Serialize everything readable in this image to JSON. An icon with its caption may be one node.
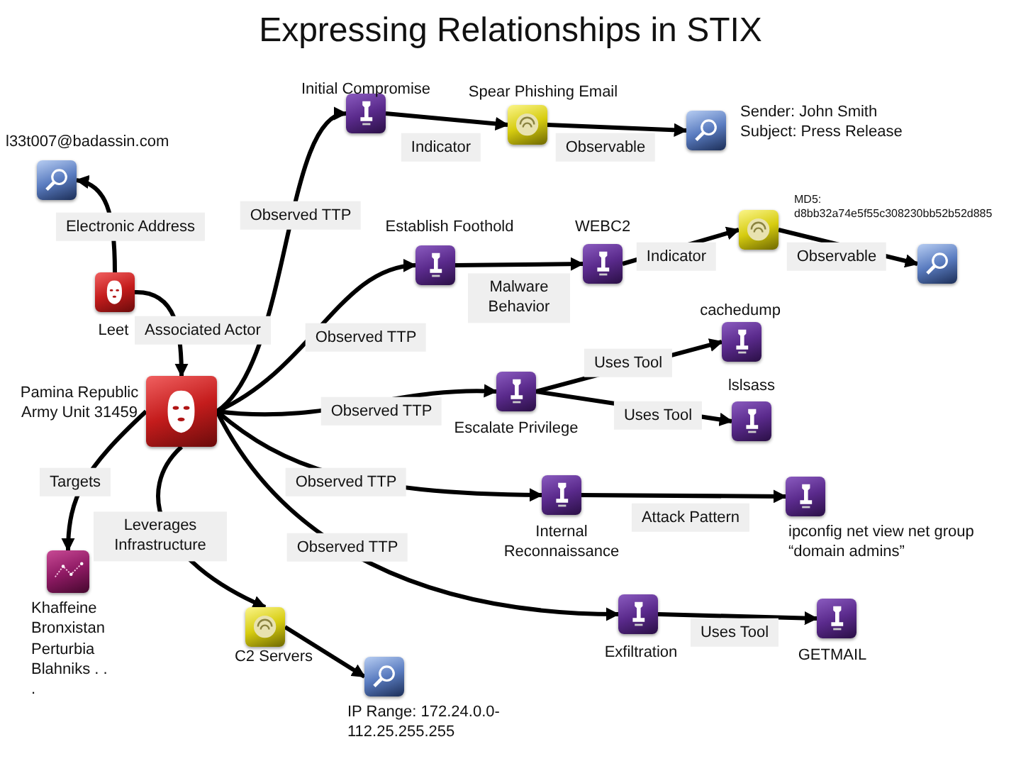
{
  "diagram": {
    "title": "Expressing Relationships in STIX",
    "nodes": [
      {
        "text": [],
        "shape": "box",
        "beside": [
          "Initial Compromise"
        ]
      },
      {
        "text": [],
        "shape": "box",
        "beside": [
          "Spear Phishing Email"
        ]
      },
      {
        "text": [],
        "shape": "box",
        "beside": [
          "Sender: John Smith Subject: Press Release"
        ]
      },
      {
        "text": [],
        "shape": "box",
        "beside": [
          "l33t007@badassin.com"
        ]
      },
      {
        "text": [],
        "shape": "box",
        "beside": [
          "Leet"
        ]
      },
      {
        "text": [],
        "shape": "box",
        "beside": [
          "Establish Foothold"
        ]
      },
      {
        "text": [],
        "shape": "box",
        "beside": [
          "WEBC2"
        ]
      },
      {
        "text": [],
        "shape": "box",
        "beside": [
          "MD5: d8bb32a74e5f55c308230bb52b52d885"
        ]
      },
      {
        "text": [],
        "shape": "box"
      },
      {
        "text": [],
        "shape": "box",
        "beside": [
          "Pamina Republic Army Unit 31459"
        ]
      },
      {
        "text": [],
        "shape": "box",
        "beside": [
          "cachedump"
        ]
      },
      {
        "text": [],
        "shape": "box",
        "beside": [
          "Escalate Privilege"
        ]
      },
      {
        "text": [],
        "shape": "box",
        "beside": [
          "lslsass"
        ]
      },
      {
        "text": [],
        "shape": "box",
        "beside": [
          "Internal Reconnaissance"
        ]
      },
      {
        "text": [],
        "shape": "box",
        "beside": [
          "ipconfig net view net group “domain admins”"
        ]
      },
      {
        "text": [],
        "shape": "box",
        "beside": [
          "Khaffeine Bronxistan Perturbia Blahniks . . ."
        ]
      },
      {
        "text": [],
        "shape": "box",
        "beside": [
          "C2 Servers"
        ]
      },
      {
        "text": [],
        "shape": "box",
        "beside": [
          "IP Range: 172.24.0.0-112.25.255.255"
        ]
      },
      {
        "text": [],
        "shape": "box",
        "beside": [
          "Exfiltration"
        ]
      },
      {
        "text": [],
        "shape": "box",
        "beside": [
          "GETMAIL"
        ]
      }
    ],
    "edges": [
      {
        "from": 9,
        "to": 0,
        "arrow": "to",
        "label": "Observed TTP"
      },
      {
        "from": 0,
        "to": 1,
        "arrow": "to",
        "label": "Indicator"
      },
      {
        "from": 1,
        "to": 2,
        "arrow": "to",
        "label": "Observable"
      },
      {
        "from": 4,
        "to": 3,
        "arrow": "to",
        "label": "Electronic Address"
      },
      {
        "from": 4,
        "to": 9,
        "arrow": "to",
        "label": "Associated Actor"
      },
      {
        "from": 9,
        "to": 5,
        "arrow": "to",
        "label": "Observed TTP"
      },
      {
        "from": 5,
        "to": 6,
        "arrow": "to",
        "label": "Malware Behavior"
      },
      {
        "from": 6,
        "to": 7,
        "arrow": "to",
        "label": "Indicator"
      },
      {
        "from": 7,
        "to": 8,
        "arrow": "to",
        "label": "Observable"
      },
      {
        "from": 9,
        "to": 11,
        "arrow": "to",
        "label": "Observed TTP"
      },
      {
        "from": 11,
        "to": 10,
        "arrow": "to",
        "label": "Uses Tool"
      },
      {
        "from": 11,
        "to": 12,
        "arrow": "to",
        "label": "Uses Tool"
      },
      {
        "from": 9,
        "to": 13,
        "arrow": "to",
        "label": "Observed TTP"
      },
      {
        "from": 13,
        "to": 14,
        "arrow": "to",
        "label": "Attack Pattern"
      },
      {
        "from": 9,
        "to": 15,
        "arrow": "to",
        "label": "Targets"
      },
      {
        "from": 9,
        "to": 16,
        "arrow": "to",
        "label": "Leverages Infrastructure"
      },
      {
        "from": 16,
        "to": 17,
        "arrow": "to"
      },
      {
        "from": 9,
        "to": 18,
        "arrow": "to",
        "label": "Observed TTP"
      },
      {
        "from": 18,
        "to": 19,
        "arrow": "to",
        "label": "Uses Tool"
      }
    ]
  }
}
